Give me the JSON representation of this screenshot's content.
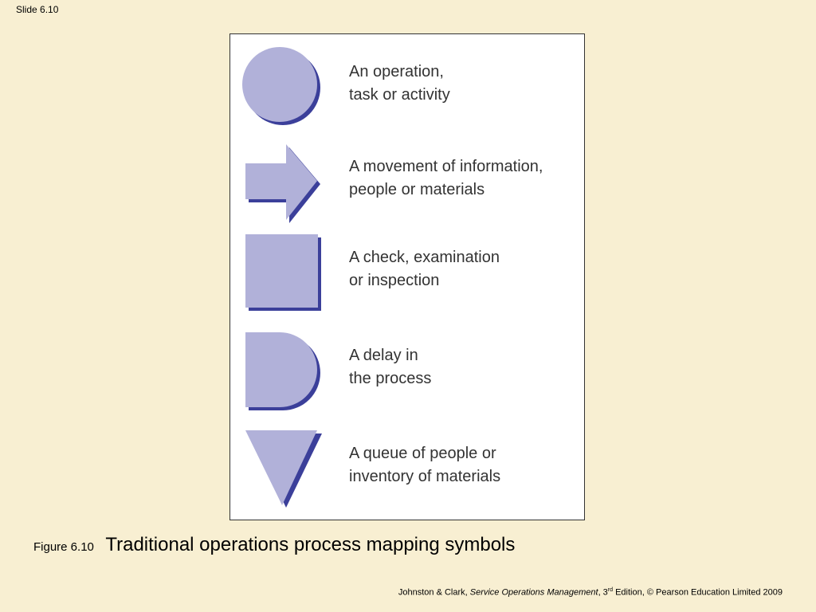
{
  "slide_label": "Slide 6.10",
  "colors": {
    "background": "#f8efd2",
    "symbol_fill": "#b1b1d9",
    "symbol_shadow": "#3b3f9a",
    "text": "#333333"
  },
  "symbols": [
    {
      "icon": "circle-icon",
      "line1": "An operation,",
      "line2": "task or activity"
    },
    {
      "icon": "arrow-icon",
      "line1": "A movement of information,",
      "line2": "people or materials"
    },
    {
      "icon": "square-icon",
      "line1": "A check, examination",
      "line2": "or inspection"
    },
    {
      "icon": "d-shape-icon",
      "line1": "A delay in",
      "line2": "the process"
    },
    {
      "icon": "triangle-icon",
      "line1": "A queue of people or",
      "line2": "inventory of materials"
    }
  ],
  "caption": {
    "label": "Figure 6.10",
    "title": "Traditional operations process mapping symbols"
  },
  "citation": {
    "authors": "Johnston & Clark, ",
    "book": "Service Operations Management",
    "edition_pre": ", 3",
    "edition_sup": "rd",
    "edition_post": " Edition, © Pearson Education Limited 2009"
  }
}
